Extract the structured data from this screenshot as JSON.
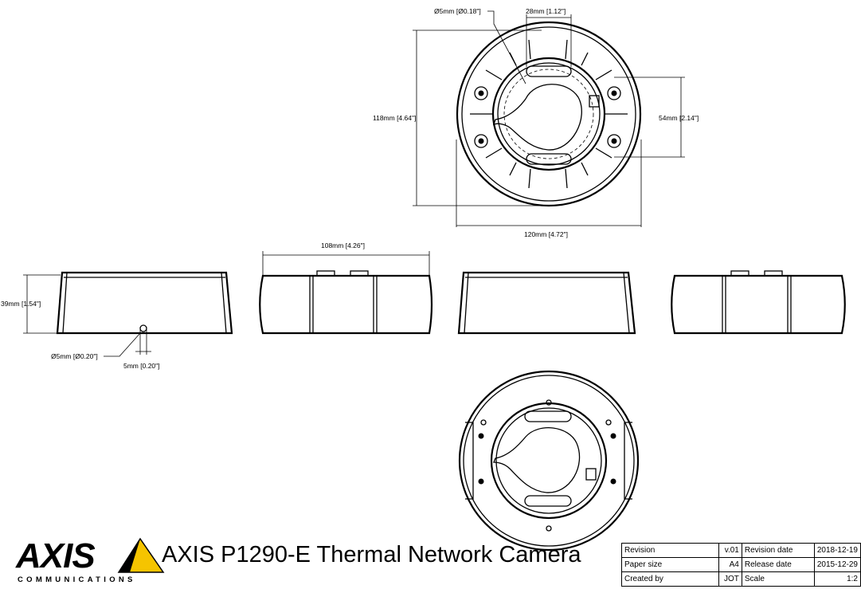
{
  "product": {
    "brand": "AXIS",
    "brand_tagline": "COMMUNICATIONS",
    "title": "AXIS P1290-E Thermal Network Camera"
  },
  "dimensions": {
    "hole_diameter_top": "Ø5mm [Ø0.18\"]",
    "slot_width": "28mm [1.12\"]",
    "height_118": "118mm [4.64\"]",
    "hole_spacing_54": "54mm [2.14\"]",
    "diameter_120": "120mm [4.72\"]",
    "width_108": "108mm [4.26\"]",
    "height_39": "39mm [1.54\"]",
    "hole_diameter_side": "Ø5mm [Ø0.20\"]",
    "hole_offset": "5mm [0.20\"]"
  },
  "title_block": {
    "revision_label": "Revision",
    "revision_value": "v.01",
    "revision_date_label": "Revision date",
    "revision_date_value": "2018-12-19",
    "paper_size_label": "Paper size",
    "paper_size_value": "A4",
    "release_date_label": "Release date",
    "release_date_value": "2015-12-29",
    "created_by_label": "Created by",
    "created_by_value": "JOT",
    "scale_label": "Scale",
    "scale_value": "1:2"
  },
  "colors": {
    "line": "#000000",
    "logo_triangle": "#f5c400"
  }
}
